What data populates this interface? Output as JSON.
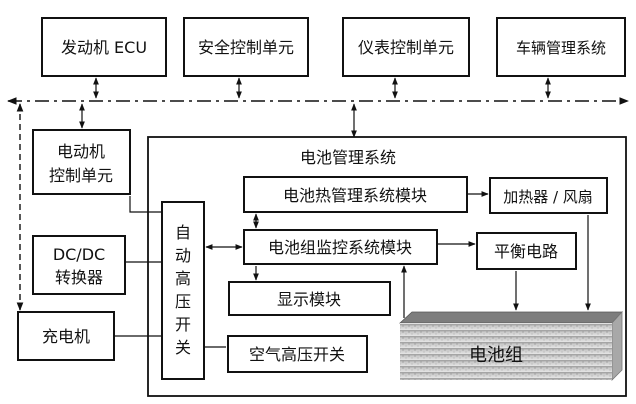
{
  "top_row": {
    "engine_ecu": "发动机 ECU",
    "safety_control": "安全控制单元",
    "instrument_control": "仪表控制单元",
    "vehicle_management": "车辆管理系统"
  },
  "left_column": {
    "motor_control_line1": "电动机",
    "motor_control_line2": "控制单元",
    "dcdc_line1": "DC/DC",
    "dcdc_line2": "转换器",
    "charger": "充电机"
  },
  "bms": {
    "title": "电池管理系统",
    "hv_switch_chars": [
      "自",
      "动",
      "高",
      "压",
      "开",
      "关"
    ],
    "thermal_module": "电池热管理系统模块",
    "heater_fan": "加热器 / 风扇",
    "pack_monitor_module": "电池组监控系统模块",
    "balancing_circuit": "平衡电路",
    "display_module": "显示模块",
    "air_hv_switch": "空气高压开关",
    "battery_pack": "电池组"
  }
}
